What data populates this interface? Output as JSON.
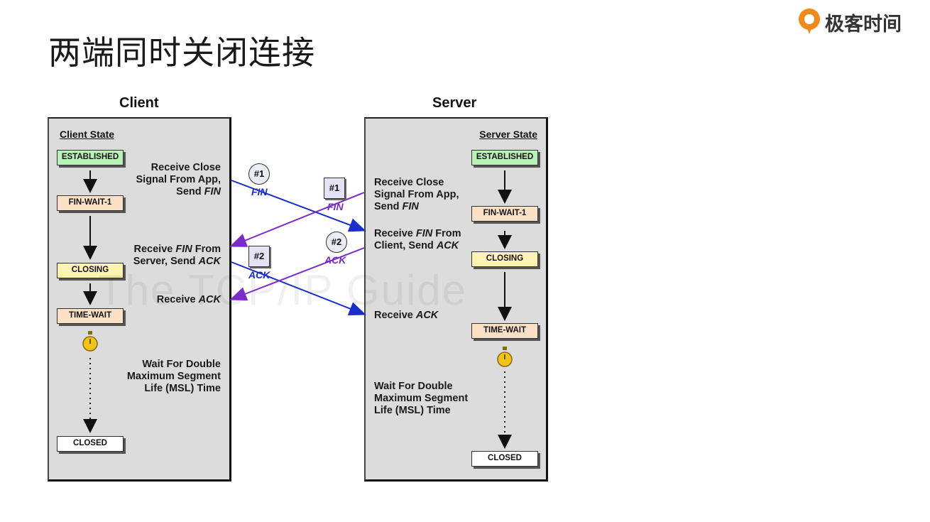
{
  "slide": {
    "title": "两端同时关闭连接"
  },
  "brand": {
    "name": "极客时间"
  },
  "diagram": {
    "watermark": "The TCP/IP Guide",
    "client": {
      "title": "Client",
      "state_heading": "Client State",
      "states": [
        "ESTABLISHED",
        "FIN-WAIT-1",
        "CLOSING",
        "TIME-WAIT",
        "CLOSED"
      ],
      "steps": [
        {
          "line1": "Receive Close",
          "line2": "Signal From App,",
          "line3_plain": "Send ",
          "line3_em": "FIN"
        },
        {
          "line1_plain": "Receive ",
          "line1_em": "FIN",
          "line1_tail": " From",
          "line2_plain": "Server, Send ",
          "line2_em": "ACK"
        },
        {
          "plain": "Receive ",
          "em": "ACK"
        },
        {
          "line1": "Wait For Double",
          "line2": "Maximum Segment",
          "line3": "Life (MSL) Time"
        }
      ]
    },
    "server": {
      "title": "Server",
      "state_heading": "Server State",
      "states": [
        "ESTABLISHED",
        "FIN-WAIT-1",
        "CLOSING",
        "TIME-WAIT",
        "CLOSED"
      ],
      "steps": [
        {
          "line1": "Receive Close",
          "line2": "Signal From App,",
          "line3_plain": "Send ",
          "line3_em": "FIN"
        },
        {
          "line1_plain": "Receive ",
          "line1_em": "FIN",
          "line1_tail": " From",
          "line2_plain": "Client, Send ",
          "line2_em": "ACK"
        },
        {
          "plain": "Receive ",
          "em": "ACK"
        },
        {
          "line1": "Wait For Double",
          "line2": "Maximum Segment",
          "line3": "Life (MSL) Time"
        }
      ]
    },
    "messages": [
      {
        "badge": "#1",
        "label": "FIN",
        "from": "client",
        "color": "#1a2fc9"
      },
      {
        "badge": "#1",
        "label": "FIN",
        "from": "server",
        "color": "#7a2cc9"
      },
      {
        "badge": "#2",
        "label": "ACK",
        "from": "client",
        "color": "#1a2fc9"
      },
      {
        "badge": "#2",
        "label": "ACK",
        "from": "server",
        "color": "#7a2cc9"
      }
    ]
  }
}
